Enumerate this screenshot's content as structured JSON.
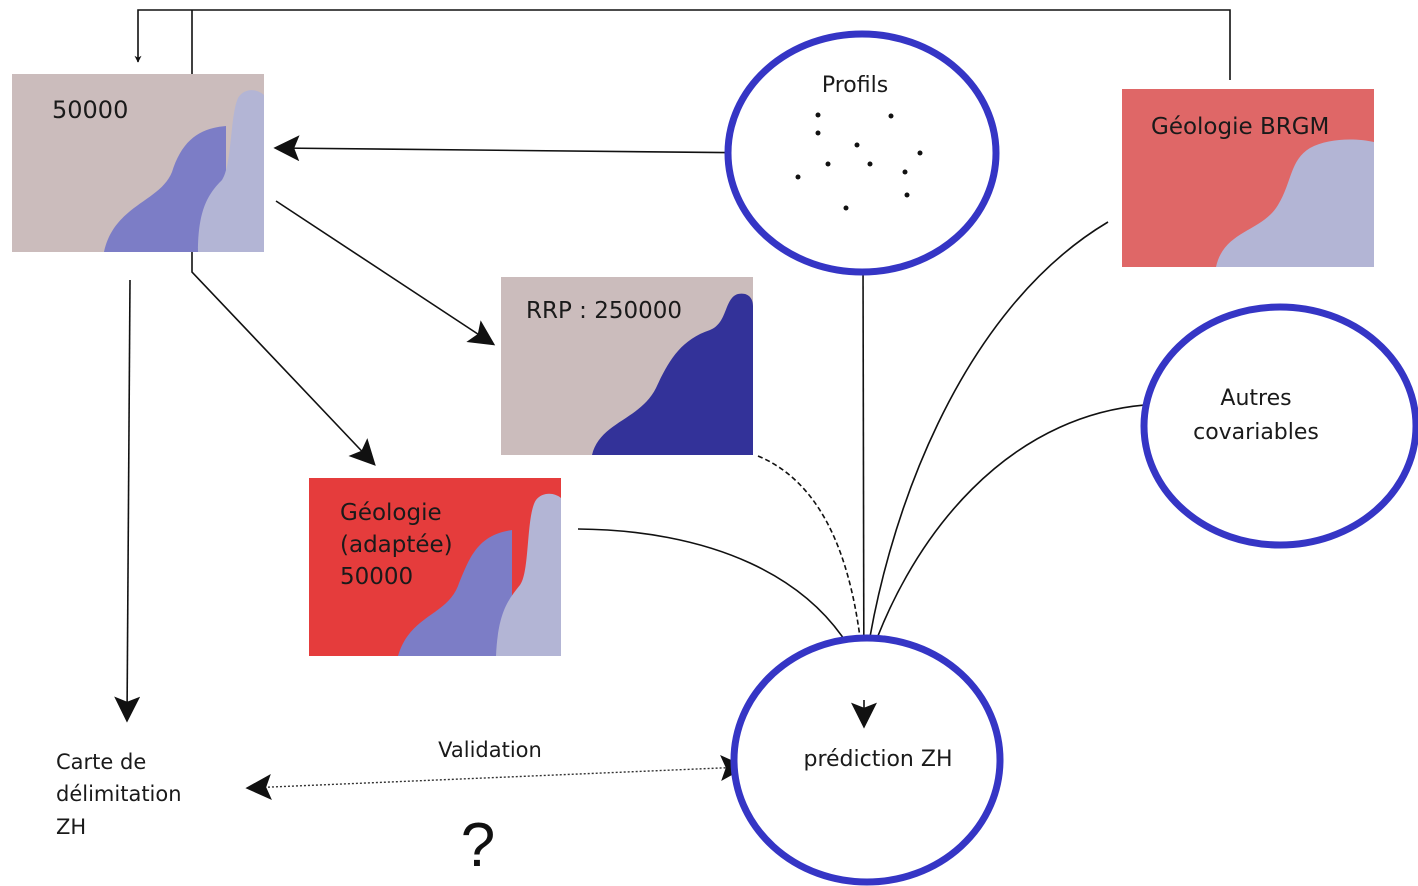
{
  "boxes": {
    "map_50000": {
      "label": "50000"
    },
    "rrp": {
      "label": "RRP : 250000"
    },
    "geologie_adaptee": {
      "lines": [
        "Géologie",
        "(adaptée)",
        "50000"
      ]
    },
    "geologie_brgm": {
      "label": "Géologie BRGM"
    }
  },
  "circles": {
    "profils": {
      "label": "Profils"
    },
    "autres": {
      "lines": [
        "Autres",
        "covariables"
      ]
    },
    "prediction": {
      "label": "prédiction ZH"
    }
  },
  "carte": {
    "lines": [
      "Carte de",
      "délimitation",
      "ZH"
    ]
  },
  "validation": {
    "label": "Validation"
  },
  "question": {
    "label": "?"
  },
  "colors": {
    "box_grey": "#cbbcbc",
    "box_red": "#e53c3c",
    "box_red_light": "#df6767",
    "shape_blue_medium": "#7c7dc6",
    "shape_blue_light": "#b3b5d5",
    "shape_blue_dark": "#333299",
    "circle_stroke": "#3535c5"
  }
}
